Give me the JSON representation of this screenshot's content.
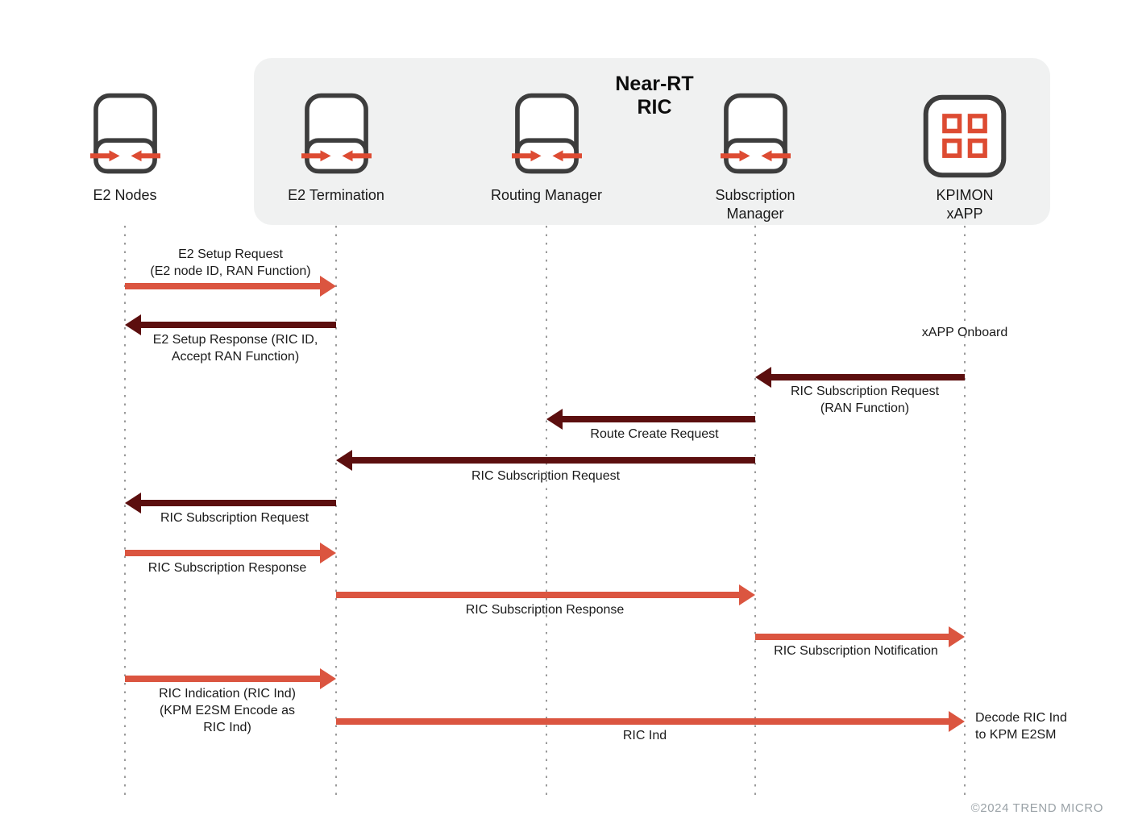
{
  "panel": {
    "title": "Near-RT\nRIC"
  },
  "entities": [
    {
      "name": "E2 Nodes",
      "icon": "inbox-sync-icon",
      "inside_ric": false
    },
    {
      "name": "E2 Termination",
      "icon": "inbox-sync-icon",
      "inside_ric": true
    },
    {
      "name": "Routing Manager",
      "icon": "inbox-sync-icon",
      "inside_ric": true
    },
    {
      "name": "Subscription\nManager",
      "icon": "inbox-sync-icon",
      "inside_ric": true
    },
    {
      "name": "KPIMON\nxAPP",
      "icon": "apps-grid-icon",
      "inside_ric": true
    }
  ],
  "messages": [
    {
      "label": "E2 Setup Request\n(E2 node ID, RAN Function)",
      "from": "E2 Nodes",
      "to": "E2 Termination",
      "direction": "right",
      "color": "#DB5540"
    },
    {
      "label": "E2 Setup Response (RIC ID,\nAccept RAN Function)",
      "from": "E2 Termination",
      "to": "E2 Nodes",
      "direction": "left",
      "color": "#5C0F0F"
    },
    {
      "label": "RIC Subscription Request\n(RAN Function)",
      "from": "KPIMON xAPP",
      "to": "Subscription Manager",
      "direction": "left",
      "color": "#5C0F0F"
    },
    {
      "label": "Route Create Request",
      "from": "Subscription Manager",
      "to": "Routing Manager",
      "direction": "left",
      "color": "#5C0F0F"
    },
    {
      "label": "RIC Subscription Request",
      "from": "Subscription Manager",
      "to": "E2 Termination",
      "direction": "left",
      "color": "#5C0F0F"
    },
    {
      "label": "RIC Subscription Request",
      "from": "E2 Termination",
      "to": "E2 Nodes",
      "direction": "left",
      "color": "#5C0F0F"
    },
    {
      "label": "RIC Subscription Response",
      "from": "E2 Nodes",
      "to": "E2 Termination",
      "direction": "right",
      "color": "#DB5540"
    },
    {
      "label": "RIC Subscription Response",
      "from": "E2 Termination",
      "to": "Subscription Manager",
      "direction": "right",
      "color": "#DB5540"
    },
    {
      "label": "RIC Subscription Notification",
      "from": "Subscription Manager",
      "to": "KPIMON xAPP",
      "direction": "right",
      "color": "#DB5540"
    },
    {
      "label": "RIC Indication (RIC Ind)\n(KPM E2SM Encode as\nRIC Ind)",
      "from": "E2 Nodes",
      "to": "E2 Termination",
      "direction": "right",
      "color": "#DB5540"
    },
    {
      "label": "RIC Ind",
      "from": "E2 Termination",
      "to": "KPIMON xAPP",
      "direction": "right",
      "color": "#DB5540"
    }
  ],
  "annotations": [
    {
      "text": "xAPP Onboard",
      "near": "KPIMON xAPP"
    },
    {
      "text": "Decode RIC Ind\nto KPM E2SM",
      "near": "KPIMON xAPP"
    }
  ],
  "footer": {
    "copyright": "©2024 TREND MICRO"
  },
  "colors": {
    "message_orange": "#DB5540",
    "message_dark_red": "#5C0F0F",
    "icon_stroke": "#3D3D3D",
    "icon_arrow_orange": "#DD4B32",
    "panel_bg": "#F0F1F1",
    "lifeline_gray": "#9A9A9A"
  }
}
